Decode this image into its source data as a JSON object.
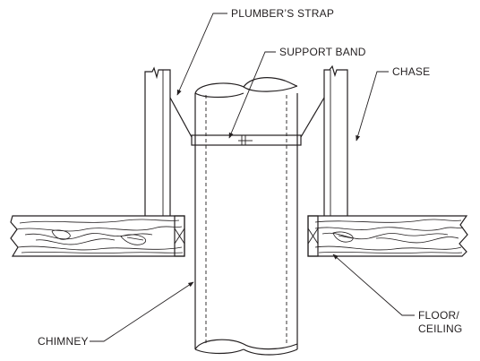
{
  "labels": {
    "plumbers_strap": "PLUMBER’S STRAP",
    "support_band": "SUPPORT BAND",
    "chase": "CHASE",
    "chimney": "CHIMNEY",
    "floor_line1": "FLOOR/",
    "floor_line2": "CEILING"
  },
  "colors": {
    "ink": "#231f20",
    "background": "#ffffff"
  }
}
